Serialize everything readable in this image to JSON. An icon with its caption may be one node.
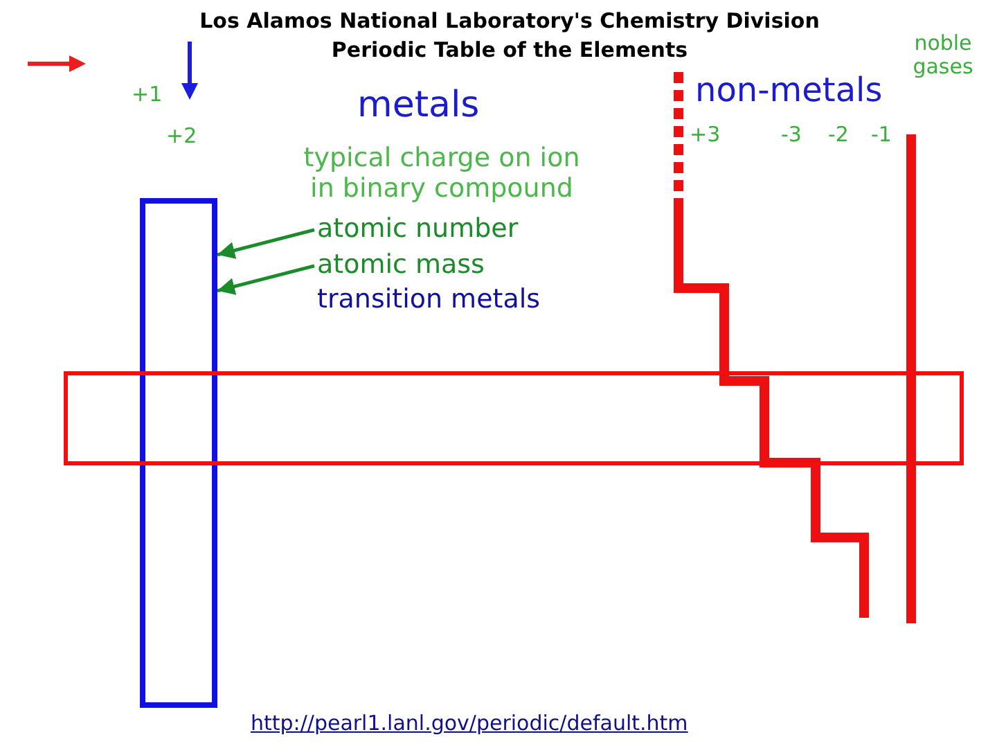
{
  "diagram": {
    "title": "Los Alamos National Laboratory's Chemistry Division Periodic Table of the Elements",
    "nodes": [
      {
        "text": [
          "atomic number"
        ]
      },
      {
        "text": [],
        "shape": "box"
      },
      {
        "text": [
          "atomic mass"
        ]
      },
      {
        "text": [],
        "shape": "box"
      }
    ],
    "edges": [
      {
        "from": 0,
        "to": 1,
        "arrow": "to"
      },
      {
        "from": 2,
        "to": 1,
        "arrow": "to"
      }
    ],
    "labels": [
      "noble gases",
      "+1",
      "metals",
      "non-metals",
      "+2",
      "+3",
      "-3",
      "-2",
      "-1",
      "typical charge on ion in binary compound",
      "transition metals",
      "http://pearl1.lanl.gov/periodic/default.htm"
    ]
  }
}
